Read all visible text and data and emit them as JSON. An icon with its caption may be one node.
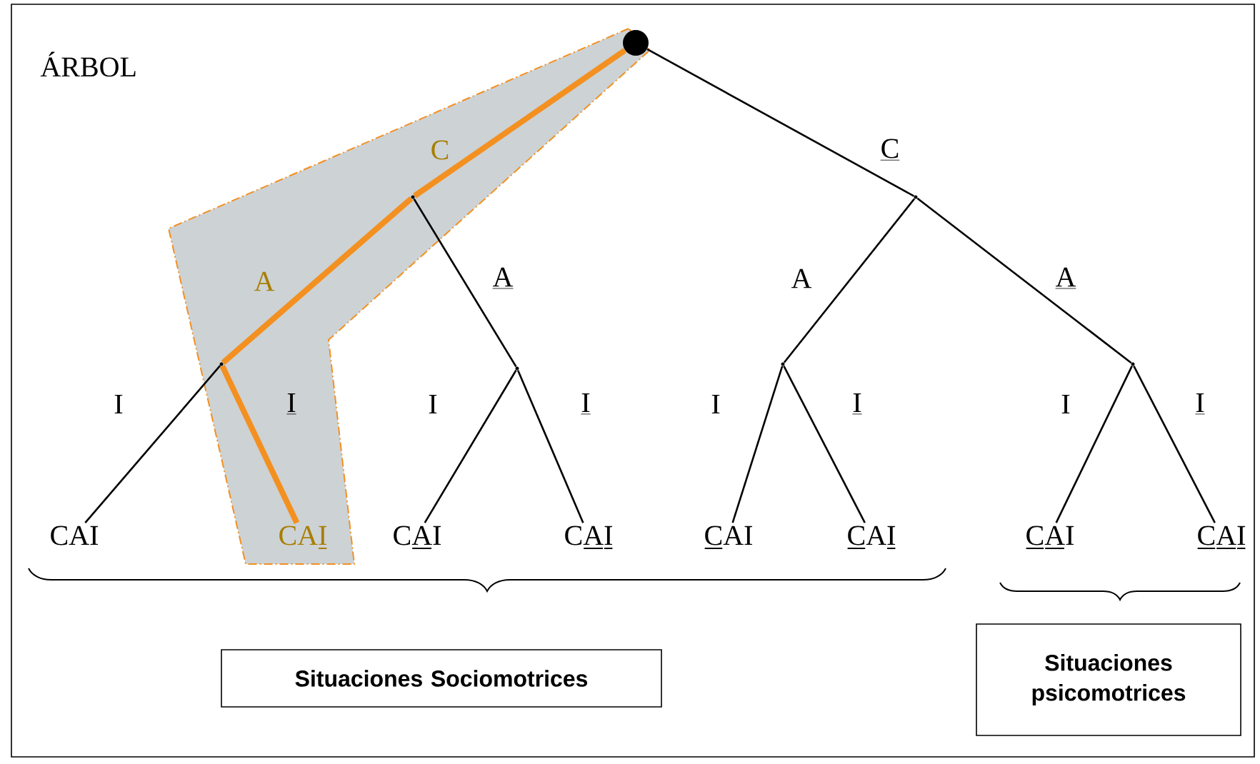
{
  "diagram": {
    "nodes": [
      {
        "text": [],
        "shape": "circle"
      },
      {
        "text": [],
        "shape": "point"
      },
      {
        "text": [],
        "shape": "point"
      },
      {
        "text": [],
        "shape": "point"
      },
      {
        "text": [],
        "shape": "point"
      },
      {
        "text": [],
        "shape": "point"
      },
      {
        "text": [],
        "shape": "point"
      },
      {
        "text": [
          "CAI"
        ]
      },
      {
        "text": [
          "CAI"
        ]
      },
      {
        "text": [
          "CAI"
        ]
      },
      {
        "text": [
          "CAI"
        ]
      },
      {
        "text": [
          "CAI"
        ]
      },
      {
        "text": [
          "CAI"
        ]
      },
      {
        "text": [
          "CAI"
        ]
      },
      {
        "text": [
          "CAI"
        ]
      },
      {
        "text": [
          "Situaciones Sociomotrices"
        ]
      },
      {
        "text": [
          "Situaciones psicomotrices"
        ]
      }
    ],
    "edges": [
      {
        "from": 0,
        "to": 1,
        "arrow": "none",
        "label": "C",
        "style": "thick",
        "color": "#f39020"
      },
      {
        "from": 0,
        "to": 2,
        "arrow": "none",
        "label": "C"
      },
      {
        "from": 1,
        "to": 3,
        "arrow": "none",
        "label": "A",
        "style": "thick",
        "color": "#f39020"
      },
      {
        "from": 1,
        "to": 4,
        "arrow": "none",
        "label": "A"
      },
      {
        "from": 2,
        "to": 5,
        "arrow": "none",
        "label": "A"
      },
      {
        "from": 2,
        "to": 6,
        "arrow": "none",
        "label": "A"
      },
      {
        "from": 3,
        "to": 7,
        "arrow": "none",
        "label": "I"
      },
      {
        "from": 3,
        "to": 8,
        "arrow": "none",
        "label": "I",
        "style": "thick",
        "color": "#f39020"
      },
      {
        "from": 4,
        "to": 9,
        "arrow": "none",
        "label": "I"
      },
      {
        "from": 4,
        "to": 10,
        "arrow": "none",
        "label": "I"
      },
      {
        "from": 5,
        "to": 11,
        "arrow": "none",
        "label": "I"
      },
      {
        "from": 5,
        "to": 12,
        "arrow": "none",
        "label": "I"
      },
      {
        "from": 6,
        "to": 13,
        "arrow": "none",
        "label": "I"
      },
      {
        "from": 6,
        "to": 14,
        "arrow": "none",
        "label": "I"
      }
    ],
    "labels": [
      "ÁRBOL"
    ]
  }
}
